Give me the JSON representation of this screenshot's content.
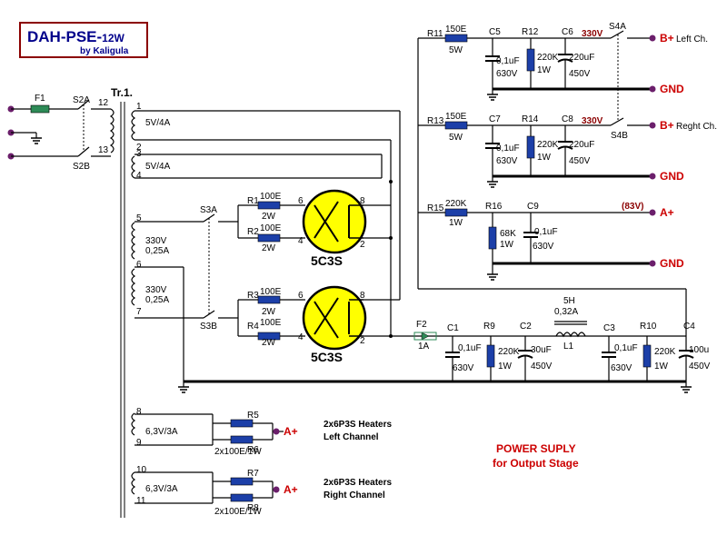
{
  "title": {
    "main": "DAH-PSE-",
    "suffix": "12W",
    "author": "by Kaligula"
  },
  "transformer": "Tr.1.",
  "fuses": {
    "f1": "F1",
    "f2": "F2",
    "f2_rating": "1A"
  },
  "switches": {
    "s2a": "S2A",
    "s2b": "S2B",
    "s3a": "S3A",
    "s3b": "S3B",
    "s4a": "S4A",
    "s4b": "S4B"
  },
  "windings": {
    "w1": "5V/4A",
    "w2": "5V/4A",
    "w3_v": "330V",
    "w3_a": "0,25A",
    "w4_v": "330V",
    "w4_a": "0,25A",
    "w5": "6,3V/3A",
    "w6": "6,3V/3A"
  },
  "pins": {
    "p1": "1",
    "p2": "2",
    "p3": "3",
    "p4": "4",
    "p5": "5",
    "p6": "6",
    "p7": "7",
    "p8": "8",
    "p9": "9",
    "p10": "10",
    "p11": "11",
    "p12": "12",
    "p13": "13"
  },
  "tube_pins": {
    "t1_6": "6",
    "t1_4": "4",
    "t1_8": "8",
    "t1_2": "2",
    "t2_6": "6",
    "t2_4": "4",
    "t2_8": "8",
    "t2_2": "2"
  },
  "tubes": {
    "t1": "5C3S",
    "t2": "5C3S"
  },
  "resistors": {
    "r1": "R1",
    "r1_val": "100E",
    "r1_p": "2W",
    "r2": "R2",
    "r2_val": "100E",
    "r2_p": "2W",
    "r3": "R3",
    "r3_val": "100E",
    "r3_p": "2W",
    "r4": "R4",
    "r4_val": "100E",
    "r4_p": "2W",
    "r5": "R5",
    "r6": "R6",
    "r56_val": "2x100E/1W",
    "r7": "R7",
    "r8": "R8",
    "r78_val": "2x100E/1W",
    "r9": "R9",
    "r9_val": "220K",
    "r9_p": "1W",
    "r10": "R10",
    "r10_val": "220K",
    "r10_p": "1W",
    "r11": "R11",
    "r11_val": "150E",
    "r11_p": "5W",
    "r12": "R12",
    "r12_val": "220K",
    "r12_p": "1W",
    "r13": "R13",
    "r13_val": "150E",
    "r13_p": "5W",
    "r14": "R14",
    "r14_val": "220K",
    "r14_p": "1W",
    "r15": "R15",
    "r15_val": "220K",
    "r15_p": "1W",
    "r16": "R16",
    "r16_val": "68K",
    "r16_p": "1W"
  },
  "capacitors": {
    "c1": "C1",
    "c1_val": "0,1uF",
    "c1_v": "630V",
    "c2": "C2",
    "c2_val": "30uF",
    "c2_v": "450V",
    "c3": "C3",
    "c3_val": "0,1uF",
    "c3_v": "630V",
    "c4": "C4",
    "c4_val": "100u",
    "c4_v": "450V",
    "c5": "C5",
    "c5_val": "0,1uF",
    "c5_v": "630V",
    "c6": "C6",
    "c6_val": "220uF",
    "c6_v": "450V",
    "c7": "C7",
    "c7_val": "0,1uF",
    "c7_v": "630V",
    "c8": "C8",
    "c8_val": "220uF",
    "c8_v": "450V",
    "c9": "C9",
    "c9_val": "0,1uF",
    "c9_v": "630V"
  },
  "inductor": {
    "ref": "L1",
    "val": "5H",
    "cur": "0,32A"
  },
  "voltages": {
    "v1": "330V",
    "v2": "330V",
    "v3": "(83V)"
  },
  "outputs": {
    "bplus_left": "B+",
    "left_label": "Left Ch.",
    "bplus_right": "B+",
    "right_label": "Reght Ch.",
    "gnd1": "GND",
    "gnd2": "GND",
    "gnd3": "GND",
    "aplus1": "A+",
    "aplus2": "A+",
    "aplus3": "A+"
  },
  "heaters": {
    "left_l1": "2x6P3S Heaters",
    "left_l2": "Left Channel",
    "right_l1": "2x6P3S Heaters",
    "right_l2": "Right Channel"
  },
  "footer": {
    "line1": "POWER SUPLY",
    "line2": "for Output Stage"
  },
  "colors": {
    "resistor": "#1c3fa8",
    "tube": "#ffff00",
    "terminal": "#6b1f6b",
    "title_border": "#8b0000",
    "label_red": "#cc0000"
  }
}
